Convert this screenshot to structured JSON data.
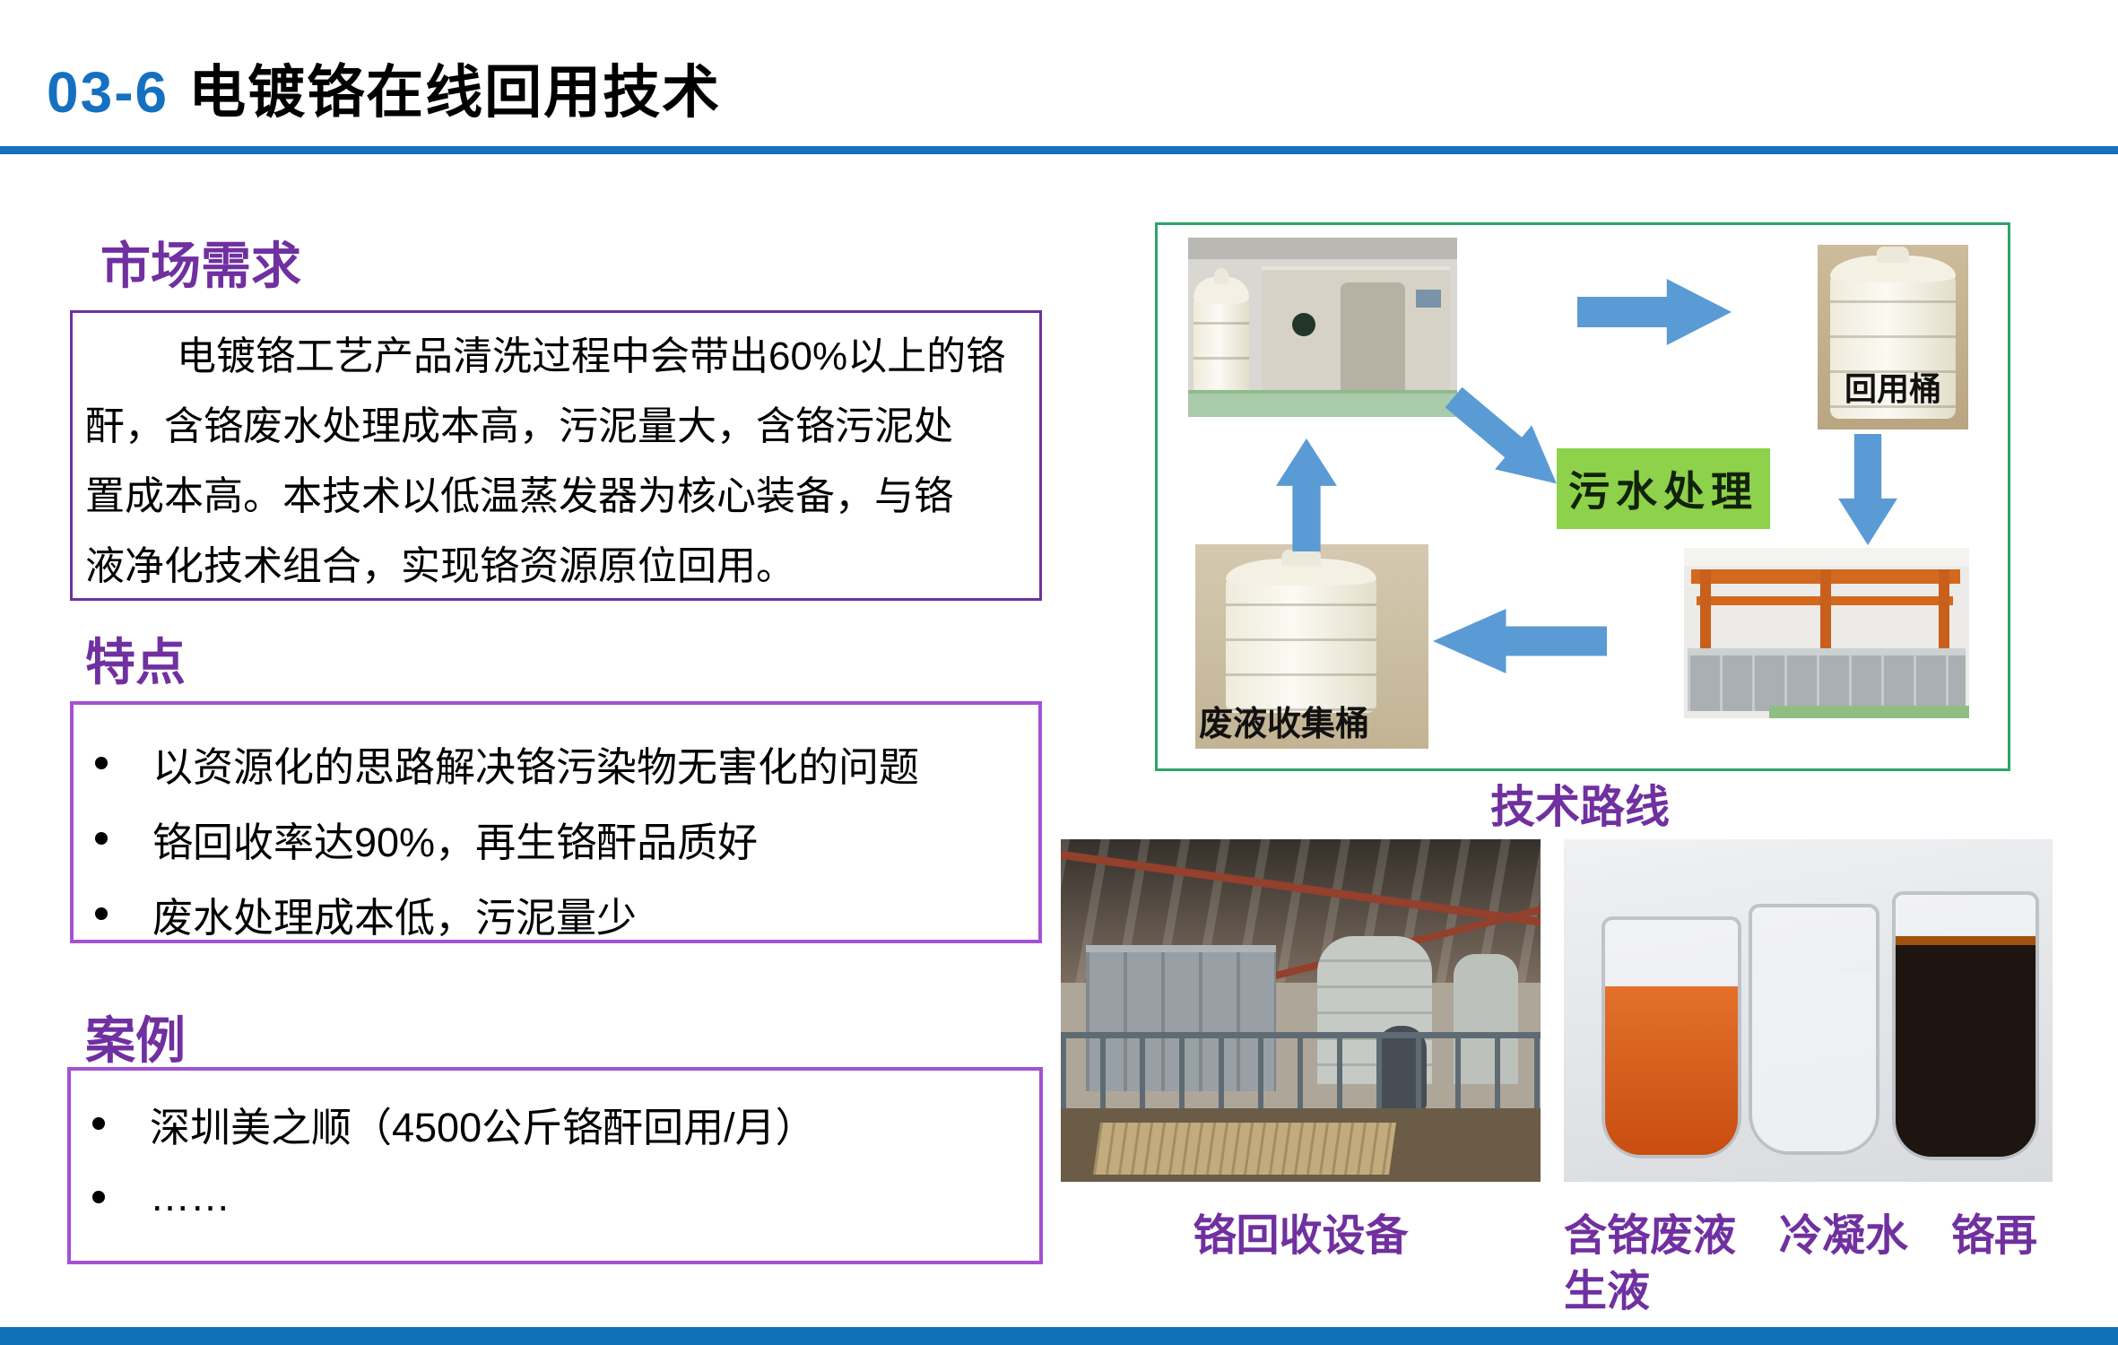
{
  "slide": {
    "title_number": "03-6",
    "title_text": "电镀铬在线回用技术",
    "colors": {
      "title_blue": "#1570C0",
      "heading_purple": "#7030A0",
      "box_border_purple": "#A452D1",
      "diagram_border_green": "#2EA36B",
      "arrow_blue": "#5B9BD5",
      "process_label_green": "#8ED14B",
      "bottom_bar_blue": "#1170B8"
    }
  },
  "market": {
    "heading": "市场需求",
    "lines": [
      "电镀铬工艺产品清洗过程中会带出60%以上的铬",
      "酐，含铬废水处理成本高，污泥量大，含铬污泥处",
      "置成本高。本技术以低温蒸发器为核心装备，与铬",
      "液净化技术组合，实现铬资源原位回用。"
    ]
  },
  "features": {
    "heading": "特点",
    "bullets": [
      "以资源化的思路解决铬污染物无害化的问题",
      "铬回收率达90%，再生铬酐品质好",
      "废水处理成本低，污泥量少"
    ]
  },
  "cases": {
    "heading": "案例",
    "bullets": [
      "深圳美之顺（4500公斤铬酐回用/月）",
      "……"
    ]
  },
  "diagram": {
    "caption": "技术路线",
    "process_label": "污水处理",
    "reuse_tank_label": "回用桶",
    "waste_tank_label": "废液收集桶"
  },
  "photos": {
    "equipment_caption": "铬回收设备",
    "beakers_caption_line1": "含铬废液　冷凝水　铬再",
    "beakers_caption_line2": "生液"
  }
}
